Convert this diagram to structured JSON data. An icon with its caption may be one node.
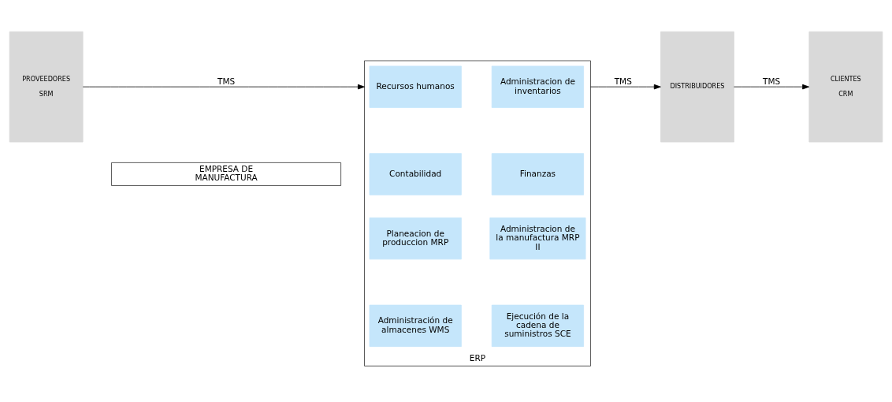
{
  "diagram": {
    "nodes": [
      {
        "text": [
          "PROVEEDORES",
          "SRM"
        ]
      },
      {
        "text": [
          "EMPRESA DE MANUFACTURA"
        ]
      },
      {
        "text": [
          "ERP"
        ]
      },
      {
        "text": [
          "Contabilidad"
        ],
        "in": 2
      },
      {
        "text": [
          "Finanzas"
        ],
        "in": 2
      },
      {
        "text": [
          "Recursos humanos"
        ],
        "in": 2
      },
      {
        "text": [
          "Administracion de inventarios"
        ],
        "in": 2
      },
      {
        "text": [
          "Planeacion de produccion MRP"
        ],
        "in": 2
      },
      {
        "text": [
          "Administracion de la manufactura MRP II"
        ],
        "in": 2
      },
      {
        "text": [
          "Administración de almacenes WMS"
        ],
        "in": 2
      },
      {
        "text": [
          "Ejecución de la cadena de suministros SCE"
        ],
        "in": 2
      },
      {
        "text": [
          "DISTRIBUIDORES"
        ]
      },
      {
        "text": [
          "CLIENTES",
          "CRM"
        ]
      }
    ],
    "edges": [
      {
        "from": 0,
        "to": 2,
        "arrow": "to",
        "label": "TMS"
      },
      {
        "from": 2,
        "to": 11,
        "arrow": "to",
        "label": "TMS"
      },
      {
        "from": 11,
        "to": 12,
        "arrow": "to",
        "label": "TMS"
      }
    ]
  }
}
